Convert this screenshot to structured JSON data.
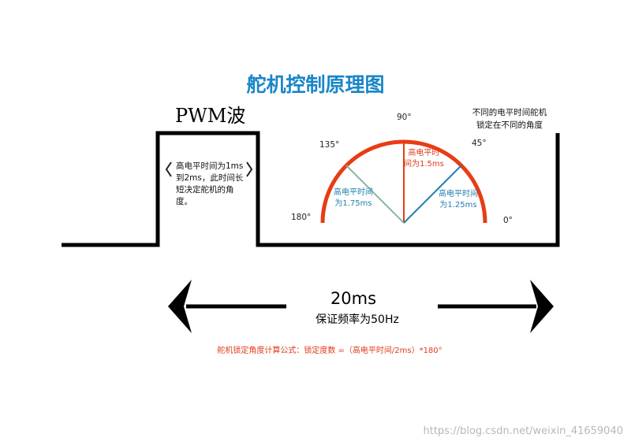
{
  "title": "舵机控制原理图",
  "pwm_label": "PWM波",
  "pulse_note": [
    "高电平时间为1ms",
    "到2ms，此时间长",
    "短决定舵机的角",
    "度。"
  ],
  "right_note": [
    "不同的电平时间舵机",
    "锁定在不同的角度"
  ],
  "degrees": {
    "d90": "90°",
    "d135": "135°",
    "d45": "45°",
    "d180": "180°",
    "d0": "0°"
  },
  "label_90": [
    "高电平时",
    "间为1.5ms"
  ],
  "label_135": [
    "高电平时间",
    "为1.75ms"
  ],
  "label_45": [
    "高电平时间",
    "为1.25ms"
  ],
  "period": "20ms",
  "frequency": "保证频率为50Hz",
  "formula": "舵机锁定角度计算公式：锁定度数 =（高电平时间/2ms）*180°",
  "watermark": "https://blog.csdn.net/weixin_41659040",
  "colors": {
    "title": "#1a86c8",
    "arc": "#e83c14",
    "blue": "#1f7fb0",
    "line": "#000000",
    "spoke45": "#8ab5a6"
  }
}
